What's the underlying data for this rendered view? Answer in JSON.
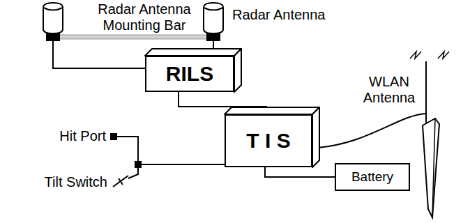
{
  "diagram": {
    "nodes": [
      {
        "text": [
          "RILS"
        ]
      },
      {
        "text": [
          "T I S"
        ]
      },
      {
        "text": [
          "Battery"
        ]
      }
    ],
    "edges": [
      {
        "from": 0,
        "to": 1,
        "arrow": "none"
      },
      {
        "from": 1,
        "to": 2,
        "arrow": "none"
      }
    ],
    "labels": [
      "Radar Antenna Mounting Bar",
      "Radar Antenna",
      "WLAN Antenna",
      "Hit Port",
      "Tilt Switch"
    ]
  }
}
